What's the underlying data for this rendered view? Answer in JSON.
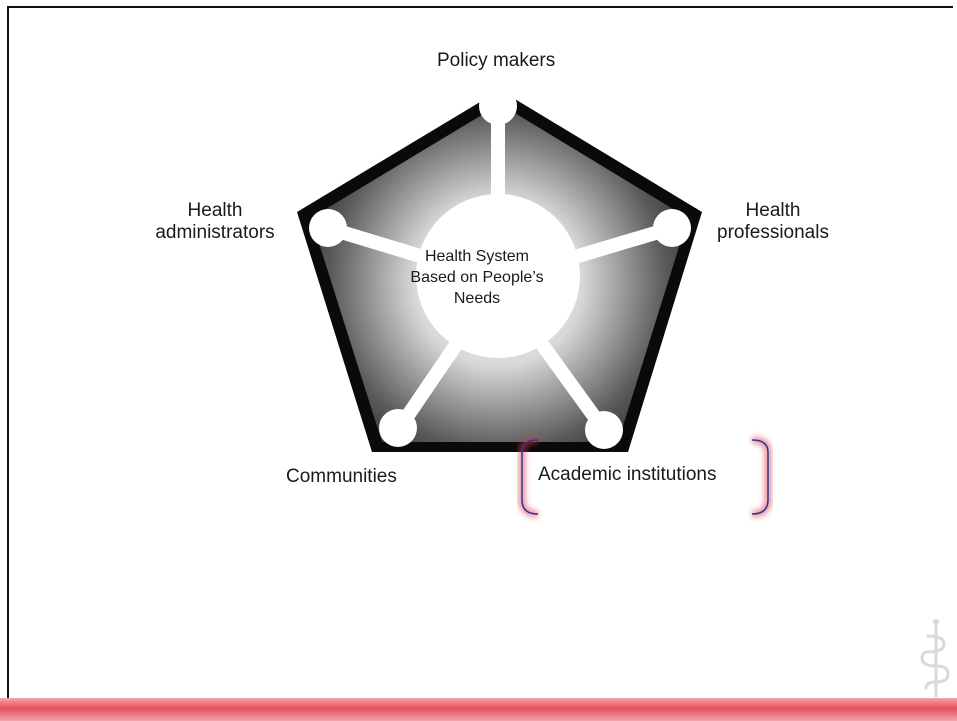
{
  "diagram": {
    "center": {
      "line1": "Health System",
      "line2": "Based on People’s",
      "line3": "Needs"
    },
    "nodes": {
      "top": "Policy makers",
      "left_line1": "Health",
      "left_line2": "administrators",
      "right_line1": "Health",
      "right_line2": "professionals",
      "bottom_left": "Communities",
      "bottom_right": "Academic institutions"
    },
    "highlight": {
      "target": "Academic institutions",
      "color": "#e03048"
    }
  },
  "theme": {
    "accent": "#e4505c",
    "pentagon_border": "#0a0a0a"
  }
}
